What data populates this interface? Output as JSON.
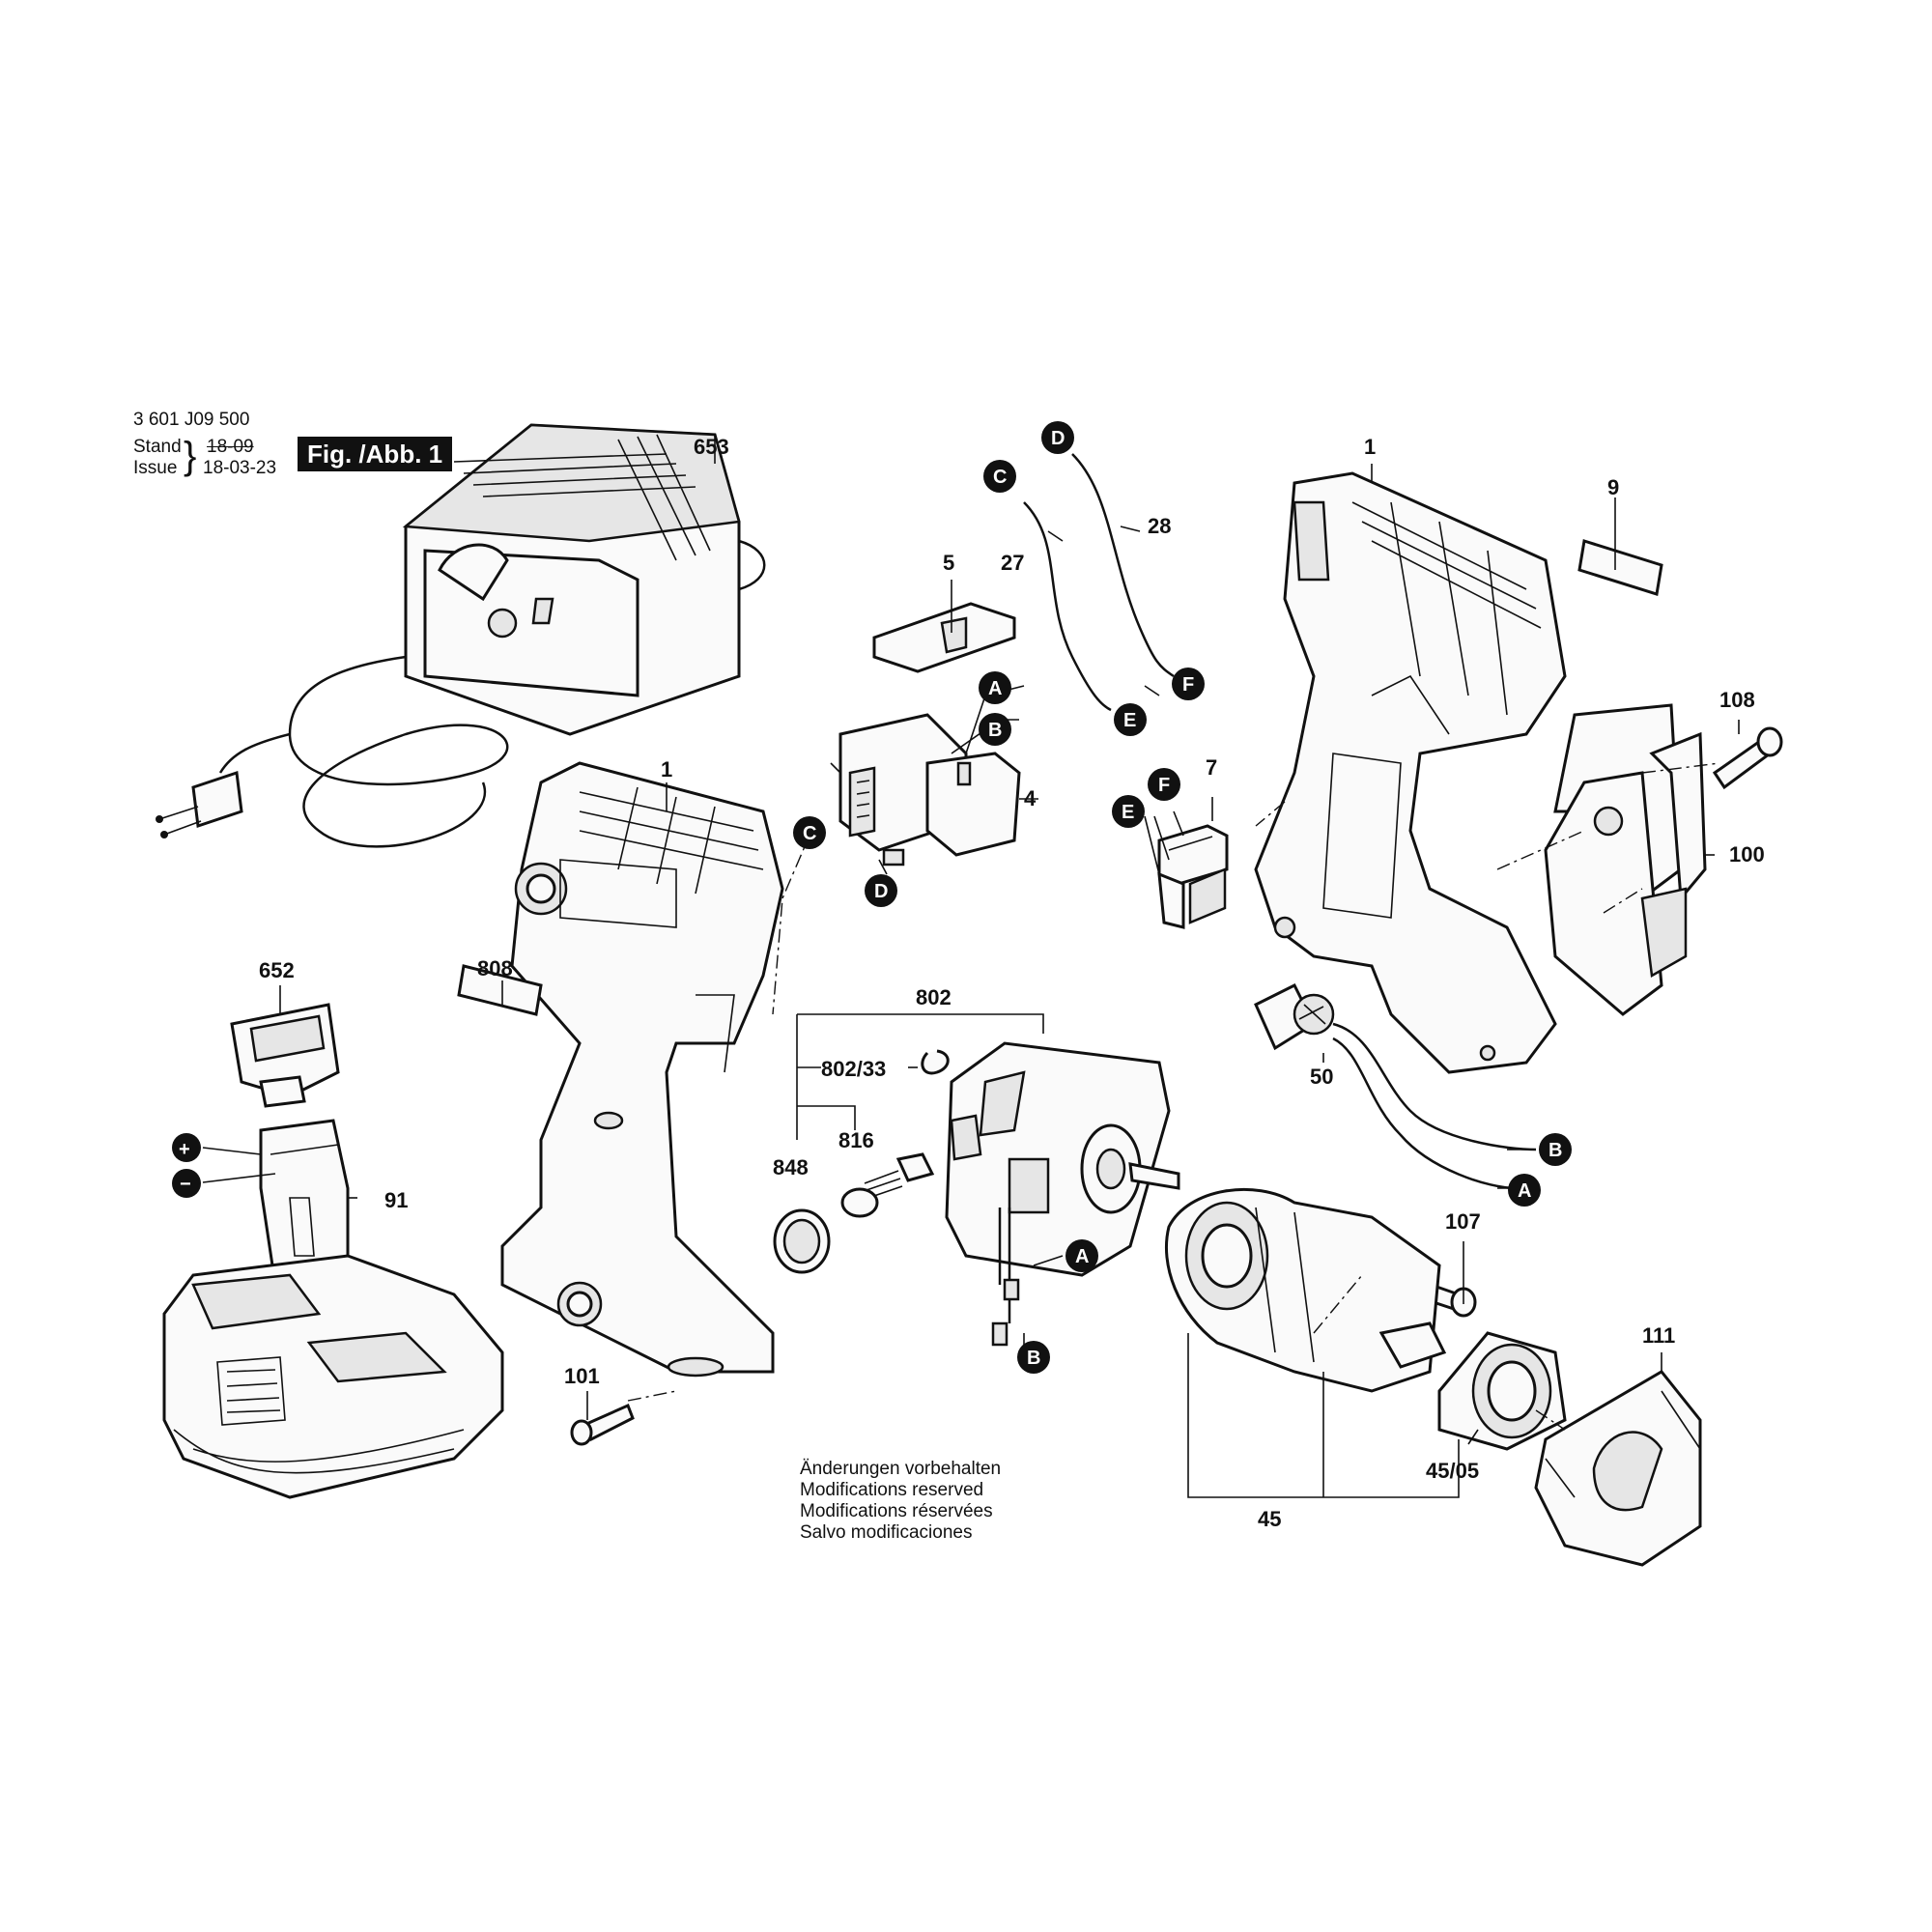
{
  "header": {
    "doc_number": "3 601 J09 500",
    "stand_label": "Stand",
    "issue_label": "Issue",
    "old_date": "18-09",
    "new_date": "18-03-23",
    "figure_label": "Fig. /Abb. 1"
  },
  "notes": [
    "Änderungen vorbehalten",
    "Modifications reserved",
    "Modifications réservées",
    "Salvo modificaciones"
  ],
  "parts": [
    {
      "id": "p653",
      "label": "653",
      "name": "charger"
    },
    {
      "id": "p27",
      "label": "27",
      "name": "cable-27"
    },
    {
      "id": "p28",
      "label": "28",
      "name": "cable-28"
    },
    {
      "id": "p5",
      "label": "5",
      "name": "slider"
    },
    {
      "id": "p4",
      "label": "4",
      "name": "switch"
    },
    {
      "id": "p1a",
      "label": "1",
      "name": "housing-left"
    },
    {
      "id": "p1b",
      "label": "1",
      "name": "housing-right"
    },
    {
      "id": "p9",
      "label": "9",
      "name": "label-9"
    },
    {
      "id": "p108",
      "label": "108",
      "name": "screw-108"
    },
    {
      "id": "p100",
      "label": "100",
      "name": "belt-clip"
    },
    {
      "id": "p7",
      "label": "7",
      "name": "connector-7"
    },
    {
      "id": "p50",
      "label": "50",
      "name": "led-module"
    },
    {
      "id": "p808",
      "label": "808",
      "name": "nameplate"
    },
    {
      "id": "p652",
      "label": "652",
      "name": "cap"
    },
    {
      "id": "p91",
      "label": "91",
      "name": "battery"
    },
    {
      "id": "p101",
      "label": "101",
      "name": "screw-101"
    },
    {
      "id": "p802",
      "label": "802",
      "name": "motor"
    },
    {
      "id": "p80233",
      "label": "802/33",
      "name": "ring"
    },
    {
      "id": "p816",
      "label": "816",
      "name": "brush"
    },
    {
      "id": "p848",
      "label": "848",
      "name": "brush-cap"
    },
    {
      "id": "p107",
      "label": "107",
      "name": "screw-107"
    },
    {
      "id": "p111",
      "label": "111",
      "name": "sleeve"
    },
    {
      "id": "p4505",
      "label": "45/05",
      "name": "cover"
    },
    {
      "id": "p45",
      "label": "45",
      "name": "impact-mechanism"
    }
  ],
  "connectors": [
    {
      "id": "cD1",
      "label": "D"
    },
    {
      "id": "cC1",
      "label": "C"
    },
    {
      "id": "cF1",
      "label": "F"
    },
    {
      "id": "cE1",
      "label": "E"
    },
    {
      "id": "cA1",
      "label": "A"
    },
    {
      "id": "cB1",
      "label": "B"
    },
    {
      "id": "cC2",
      "label": "C"
    },
    {
      "id": "cD2",
      "label": "D"
    },
    {
      "id": "cF2",
      "label": "F"
    },
    {
      "id": "cE2",
      "label": "E"
    },
    {
      "id": "cB2",
      "label": "B"
    },
    {
      "id": "cA2",
      "label": "A"
    },
    {
      "id": "cA3",
      "label": "A"
    },
    {
      "id": "cB3",
      "label": "B"
    }
  ],
  "battery_symbols": {
    "plus": "+",
    "minus": "−"
  }
}
